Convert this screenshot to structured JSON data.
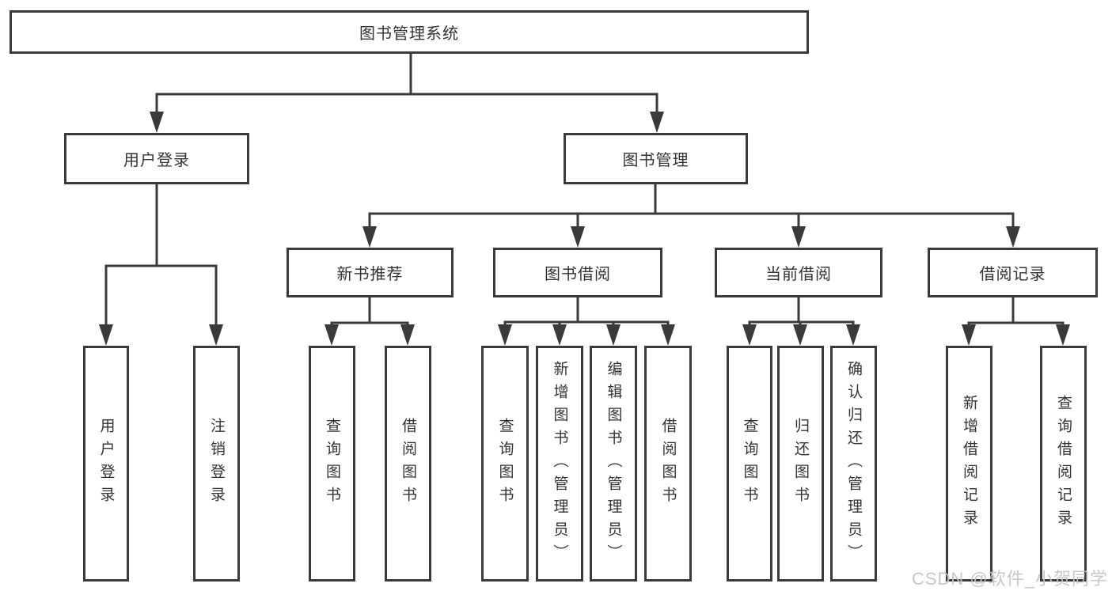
{
  "title": "图书管理系统",
  "tree": {
    "root": {
      "label": "图书管理系统"
    },
    "branches": [
      {
        "label": "用户登录",
        "leaves": [
          {
            "label": "用户登录"
          },
          {
            "label": "注销登录"
          }
        ]
      },
      {
        "label": "图书管理",
        "groups": [
          {
            "label": "新书推荐",
            "leaves": [
              {
                "label": "查询图书"
              },
              {
                "label": "借阅图书"
              }
            ]
          },
          {
            "label": "图书借阅",
            "leaves": [
              {
                "label": "查询图书"
              },
              {
                "label": "新增图书（管理员）"
              },
              {
                "label": "编辑图书（管理员）"
              },
              {
                "label": "借阅图书"
              }
            ]
          },
          {
            "label": "当前借阅",
            "leaves": [
              {
                "label": "查询图书"
              },
              {
                "label": "归还图书"
              },
              {
                "label": "确认归还（管理员）"
              }
            ]
          },
          {
            "label": "借阅记录",
            "leaves": [
              {
                "label": "新增借阅记录"
              },
              {
                "label": "查询借阅记录"
              }
            ]
          }
        ]
      }
    ]
  },
  "watermark": {
    "text": "CSDN @软件_小贺同学"
  },
  "colors": {
    "line": "#3a3a3a",
    "text": "#333333",
    "background": "#ffffff",
    "watermark": "#c4c4c4"
  }
}
